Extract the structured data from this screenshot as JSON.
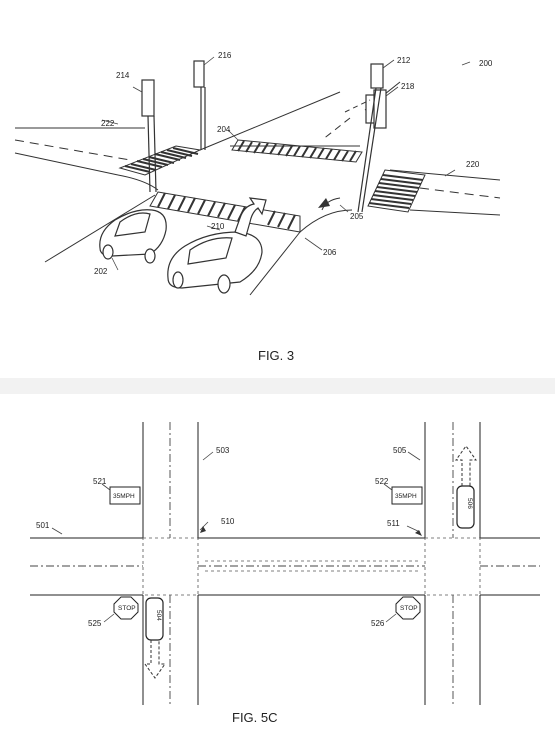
{
  "fig3": {
    "caption": "FIG. 3",
    "refs": {
      "r200": "200",
      "r202": "202",
      "r204": "204",
      "r205": "205",
      "r206": "206",
      "r210": "210",
      "r212": "212",
      "r214": "214",
      "r216": "216",
      "r218": "218",
      "r220": "220",
      "r222": "222"
    }
  },
  "fig5c": {
    "caption": "FIG. 5C",
    "refs": {
      "r501": "501",
      "r503": "503",
      "r504": "504",
      "r505": "505",
      "r506": "506",
      "r510": "510",
      "r511": "511",
      "r521": "521",
      "r522": "522",
      "r525": "525",
      "r526": "526"
    },
    "signs": {
      "speed_left": "35MPH",
      "speed_right": "35MPH",
      "stop_left": "STOP",
      "stop_right": "STOP"
    }
  }
}
